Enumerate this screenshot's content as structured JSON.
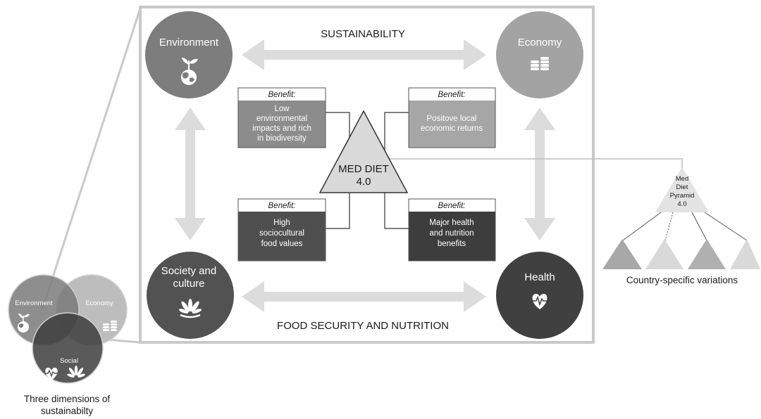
{
  "diagram": {
    "top_label": "SUSTAINABILITY",
    "bottom_label": "FOOD SECURITY AND NUTRITION",
    "center": {
      "lines": [
        "MED DIET",
        "4.0"
      ]
    },
    "dimensions": {
      "environment": {
        "label_lines": [
          "Environment"
        ],
        "icon": "globe-sprout-icon"
      },
      "economy": {
        "label_lines": [
          "Economy"
        ],
        "icon": "coins-icon"
      },
      "society": {
        "label_lines": [
          "Society and",
          "culture"
        ],
        "icon": "plant-hands-icon"
      },
      "health": {
        "label_lines": [
          "Health"
        ],
        "icon": "heart-pulse-icon"
      }
    },
    "benefits": {
      "environment": {
        "heading": "Benefit:",
        "lines": [
          "Low",
          "environmental",
          "impacts and rich",
          "in biodiversity"
        ]
      },
      "economy": {
        "heading": "Benefit:",
        "lines": [
          "Positove local",
          "economic returns"
        ]
      },
      "society": {
        "heading": "Benefit:",
        "lines": [
          "High",
          "sociocultural",
          "food values"
        ]
      },
      "health": {
        "heading": "Benefit:",
        "lines": [
          "Major health",
          "and nutrition",
          "benefits"
        ]
      }
    }
  },
  "pyramid": {
    "lines": [
      "Med",
      "Diet",
      "Pyramid",
      "4.0"
    ],
    "caption": "Country-specific variations"
  },
  "venn": {
    "environment": "Environment",
    "economy": "Economy",
    "social": "Social",
    "caption_lines": [
      "Three dimensions of",
      "sustainabilty"
    ]
  },
  "colors": {
    "environment": "#7d7d7d",
    "economy": "#a3a3a3",
    "society": "#525252",
    "health": "#404040",
    "benefit_environment": "#8c8c8c",
    "benefit_economy": "#a6a6a6",
    "benefit_society": "#4f4f4f",
    "benefit_health": "#3d3d3d",
    "arrow": "#dcdcdc",
    "frame": "#c9c9c9",
    "triangle": "#d9d9d9"
  }
}
